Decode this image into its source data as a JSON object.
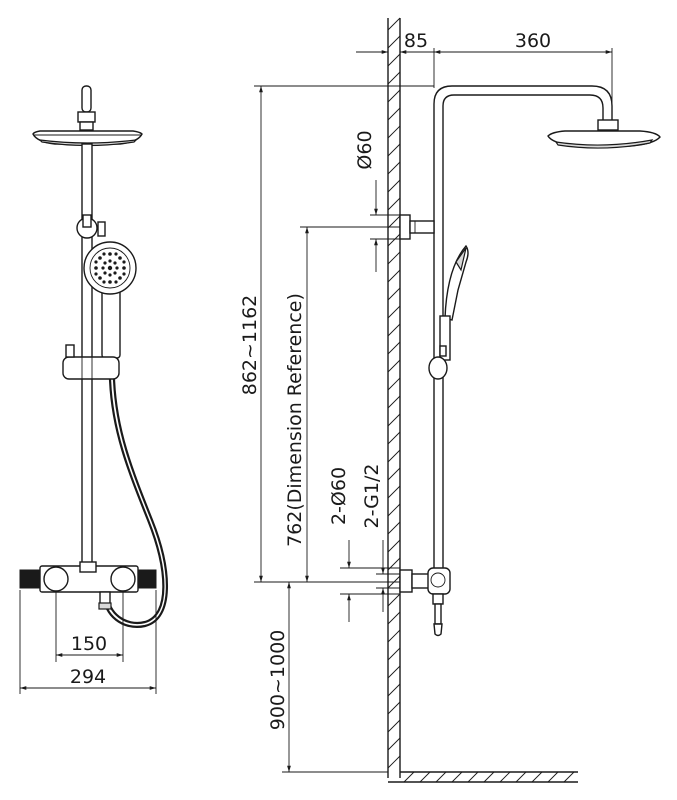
{
  "dimensions": {
    "wall_offset": "85",
    "arm_length": "360",
    "head_diameter": "Ø60",
    "total_height": "862~1162",
    "reference_height": "762(Dimension Reference)",
    "inlet_diameter": "2-Ø60",
    "inlet_thread": "2-G1/2",
    "mount_height": "900~1000",
    "inlet_spacing": "150",
    "overall_width": "294"
  },
  "colors": {
    "line": "#1a1a1a",
    "background": "#ffffff"
  },
  "icons": {
    "hand_shower": "hand-shower-icon",
    "rain_head": "rain-shower-head-icon",
    "mixer_valve": "thermostatic-mixer-icon",
    "wall": "wall-section-hatch",
    "floor": "floor-section-hatch"
  }
}
